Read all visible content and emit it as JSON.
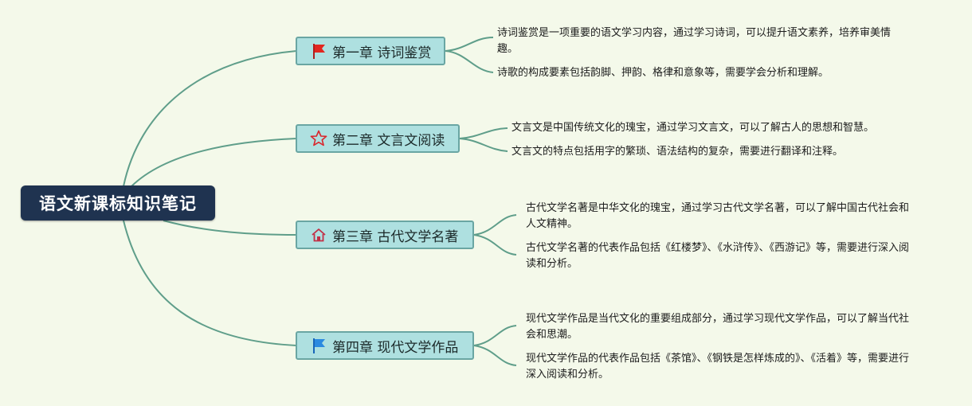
{
  "root": {
    "title": "语文新课标知识笔记"
  },
  "chapters": [
    {
      "label": "第一章 诗词鉴赏",
      "icon": "red-flag-icon",
      "notes": [
        "诗词鉴赏是一项重要的语文学习内容，通过学习诗词，可以提升语文素养，培养审美情趣。",
        "诗歌的构成要素包括韵脚、押韵、格律和意象等，需要学会分析和理解。"
      ]
    },
    {
      "label": "第二章 文言文阅读",
      "icon": "star-outline-icon",
      "notes": [
        "文言文是中国传统文化的瑰宝，通过学习文言文，可以了解古人的思想和智慧。",
        "文言文的特点包括用字的繁琐、语法结构的复杂，需要进行翻译和注释。"
      ]
    },
    {
      "label": "第三章 古代文学名著",
      "icon": "home-icon",
      "notes": [
        "古代文学名著是中华文化的瑰宝，通过学习古代文学名著，可以了解中国古代社会和人文精神。",
        "古代文学名著的代表作品包括《红楼梦》、《水浒传》、《西游记》等，需要进行深入阅读和分析。"
      ]
    },
    {
      "label": "第四章 现代文学作品",
      "icon": "blue-flag-icon",
      "notes": [
        "现代文学作品是当代文化的重要组成部分，通过学习现代文学作品，可以了解当代社会和思潮。",
        "现代文学作品的代表作品包括《茶馆》、《钢铁是怎样炼成的》、《活着》等，需要进行深入阅读和分析。"
      ]
    }
  ],
  "colors": {
    "connector": "#5f9e8a",
    "root_bg": "#1f3350",
    "chapter_bg": "#aee0e0",
    "chapter_border": "#6aa6a3"
  }
}
